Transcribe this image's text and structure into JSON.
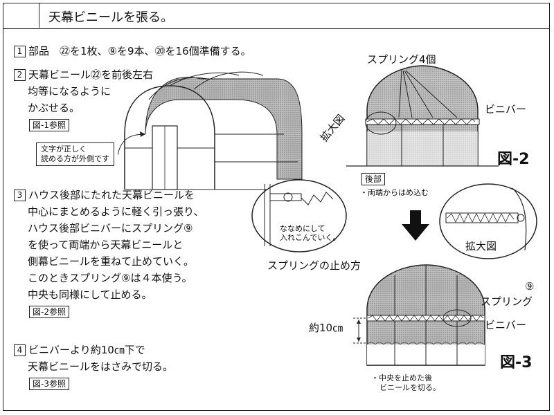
{
  "header": {
    "title": "天幕ビニールを張る。"
  },
  "steps": {
    "s1": {
      "num": "1",
      "text": "部品　㉒を1枚、⑨を9本、⑳を16個準備する。"
    },
    "s2": {
      "num": "2",
      "lines": [
        "天幕ビニール㉒を前後左右",
        "均等になるように",
        "かぶせる。"
      ],
      "ref": "図-1参照"
    },
    "s3": {
      "num": "3",
      "lines": [
        "ハウス後部にたれた天幕ビニールを",
        "中心にまとめるように軽く引っ張り、",
        "ハウス後部ビニバーにスプリング⑨",
        "を使って両端から天幕ビニールと",
        "側幕ビニールを重ねて止めていく。",
        "このときスプリング⑨は４本使う。",
        "中央も同様にして止める。"
      ],
      "ref": "図-2参照"
    },
    "s4": {
      "num": "4",
      "lines": [
        "ビニバーより約10㎝下で",
        "天幕ビニールをはさみで切る。"
      ],
      "ref": "図-3参照"
    }
  },
  "fig1": {
    "callout_lines": [
      "文字が正しく",
      "読める方が外側です"
    ]
  },
  "fig2": {
    "label": "図-2",
    "spring_label": "スプリング4個",
    "vinibar_label": "ビニバー",
    "zoom_label": "拡大図",
    "rear_label": "後部",
    "rear_note": "・両端からはめ込む",
    "diag_lines": [
      "ななめにして",
      "入れこんでいく。"
    ],
    "spring_method": "スプリングの止め方"
  },
  "fig3": {
    "label": "図-3",
    "zoom_label": "拡大図",
    "spring_num": "⑨",
    "spring_label": "スプリング",
    "vinibar_label": "ビニバー",
    "dim_label": "約10㎝",
    "note_lines": [
      "・中央を止めた後",
      "ビニールを切る。"
    ]
  }
}
